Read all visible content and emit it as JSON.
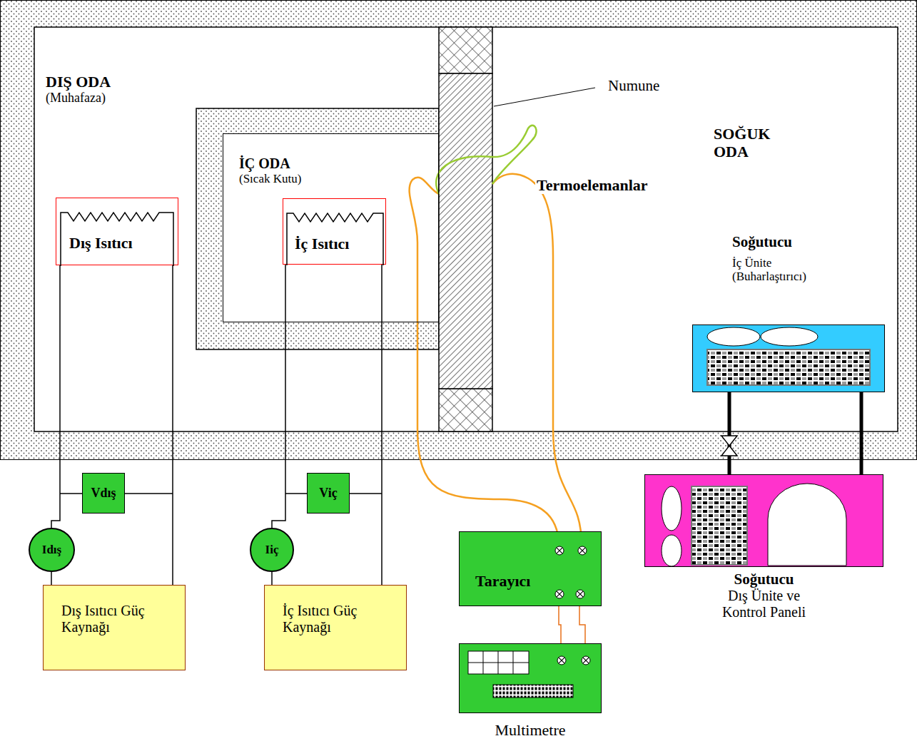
{
  "diagram": {
    "nodes": [
      {
        "text": [
          "DIŞ ODA",
          "(Muhafaza)"
        ]
      },
      {
        "text": [
          "İÇ ODA",
          "(Sıcak Kutu)"
        ],
        "in": 0
      },
      {
        "text": [
          "Dış Isıtıcı"
        ],
        "in": 0
      },
      {
        "text": [
          "İç Isıtıcı"
        ],
        "in": 1
      },
      {
        "text": [
          "SOĞUK ODA"
        ]
      },
      {
        "text": [
          "Soğutucu",
          "İç Ünite (Buharlaştırıcı)"
        ],
        "in": 4
      },
      {
        "text": [
          "Vdış"
        ]
      },
      {
        "text": [
          "Viç"
        ]
      },
      {
        "text": [
          "Idış"
        ]
      },
      {
        "text": [
          "Iiç"
        ]
      },
      {
        "text": [
          "Tarayıcı"
        ]
      },
      {
        "text": [
          "Soğutucu",
          "Dış Ünite ve Kontrol Paneli"
        ]
      },
      {
        "text": [
          "Dış Isıtıcı Güç Kaynağı"
        ]
      },
      {
        "text": [
          "İç Isıtıcı Güç Kaynağı"
        ]
      },
      {
        "text": [
          "Multimetre"
        ]
      }
    ],
    "edges": [
      {
        "from": 2,
        "to": 8,
        "arrow": "none"
      },
      {
        "from": 8,
        "to": 12,
        "arrow": "none"
      },
      {
        "from": 2,
        "to": 12,
        "arrow": "none"
      },
      {
        "from": 3,
        "to": 9,
        "arrow": "none"
      },
      {
        "from": 9,
        "to": 13,
        "arrow": "none"
      },
      {
        "from": 3,
        "to": 13,
        "arrow": "none"
      },
      {
        "from": 5,
        "to": 11,
        "arrow": "none"
      },
      {
        "from": 5,
        "to": 11,
        "arrow": "none"
      },
      {
        "from": 10,
        "to": 14,
        "arrow": "none"
      },
      {
        "from": 10,
        "to": 14,
        "arrow": "none"
      }
    ],
    "labels": [
      "Numune",
      "Termoelemanlar"
    ]
  }
}
